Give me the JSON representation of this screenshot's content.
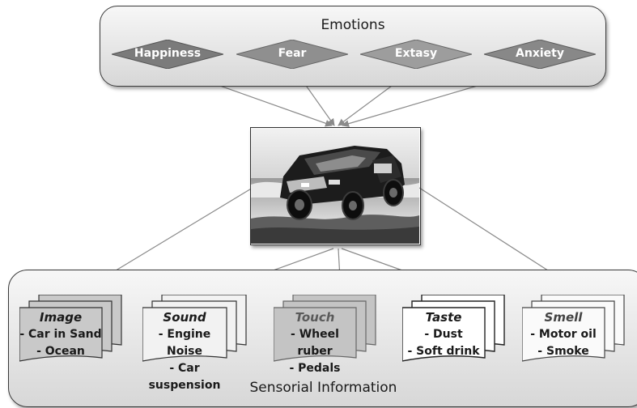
{
  "emotions": {
    "title": "Emotions",
    "items": [
      {
        "label": "Happiness",
        "color": "#7b7b7b"
      },
      {
        "label": "Fear",
        "color": "#8f8f8f"
      },
      {
        "label": "Extasy",
        "color": "#9d9d9d"
      },
      {
        "label": "Anxiety",
        "color": "#888888"
      }
    ]
  },
  "center_image": {
    "subject": "rally car jumping over sand"
  },
  "sensorial": {
    "title": "Sensorial Information",
    "cards": [
      {
        "title": "Image",
        "lines": [
          "- Car in Sand",
          "- Ocean"
        ],
        "fill": "#c9c9c9",
        "title_color": "#1a1a1a"
      },
      {
        "title": "Sound",
        "lines": [
          "- Engine Noise",
          "- Car suspension"
        ],
        "fill": "#f2f2f2",
        "title_color": "#1a1a1a"
      },
      {
        "title": "Touch",
        "lines": [
          "- Wheel ruber",
          "- Pedals"
        ],
        "fill": "#c4c4c4",
        "title_color": "#5a5a5a"
      },
      {
        "title": "Taste",
        "lines": [
          "- Dust",
          "- Soft drink"
        ],
        "fill": "#ffffff",
        "title_color": "#1a1a1a"
      },
      {
        "title": "Smell",
        "lines": [
          "- Motor oil",
          "- Smoke"
        ],
        "fill": "#fafafa",
        "title_color": "#444444"
      }
    ]
  }
}
